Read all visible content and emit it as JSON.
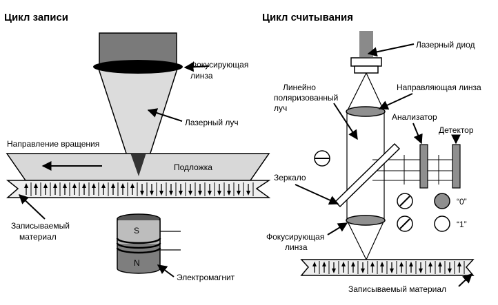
{
  "write_cycle": {
    "title": "Цикл записи",
    "focusing_lens": [
      "Фокусирующая",
      "линза"
    ],
    "laser_beam": "Лазерный луч",
    "rotation_direction": "Направление вращения",
    "substrate": "Подложка",
    "recording_material": [
      "Записываемый",
      "материал"
    ],
    "electromagnet": "Электромагнит",
    "pole_s": "S",
    "pole_n": "N"
  },
  "read_cycle": {
    "title": "Цикл считывания",
    "laser_diode": "Лазерный диод",
    "polarized_beam": [
      "Линейно",
      "поляризованный",
      "луч"
    ],
    "guiding_lens": "Направляющая линза",
    "analyzer": "Анализатор",
    "detector": "Детектор",
    "mirror": "Зеркало",
    "focusing_lens": [
      "Фокусирующая",
      "линза"
    ],
    "recording_material": "Записываемый материал",
    "state_zero": "“0”",
    "state_one": "“1”"
  }
}
